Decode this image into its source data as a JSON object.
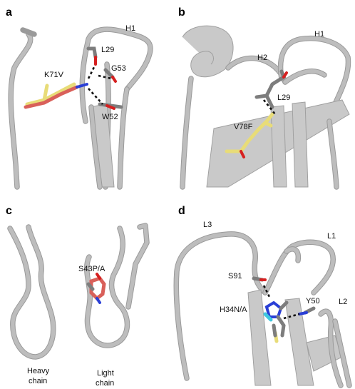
{
  "panels": {
    "a": {
      "letter": "a",
      "labels": {
        "h1": "H1",
        "l29": "L29",
        "g53": "G53",
        "k71v": "K71V",
        "w52": "W52"
      }
    },
    "b": {
      "letter": "b",
      "labels": {
        "h1": "H1",
        "h2": "H2",
        "l29": "L29",
        "v78f": "V78F"
      }
    },
    "c": {
      "letter": "c",
      "labels": {
        "s43pa": "S43P/A",
        "heavy_1": "Heavy",
        "heavy_2": "chain",
        "light_1": "Light",
        "light_2": "chain"
      }
    },
    "d": {
      "letter": "d",
      "labels": {
        "l3": "L3",
        "l1": "L1",
        "s91": "S91",
        "h34na": "H34N/A",
        "y50": "Y50",
        "l2": "L2"
      }
    }
  },
  "colors": {
    "ribbon": "#bdbdbd",
    "carbon_grey": "#7d7d7d",
    "carbon_yellow": "#e8dc78",
    "carbon_salmon": "#d9605a",
    "oxygen": "#d62020",
    "nitrogen": "#2a3fd6",
    "cyan": "#40c8e0"
  }
}
